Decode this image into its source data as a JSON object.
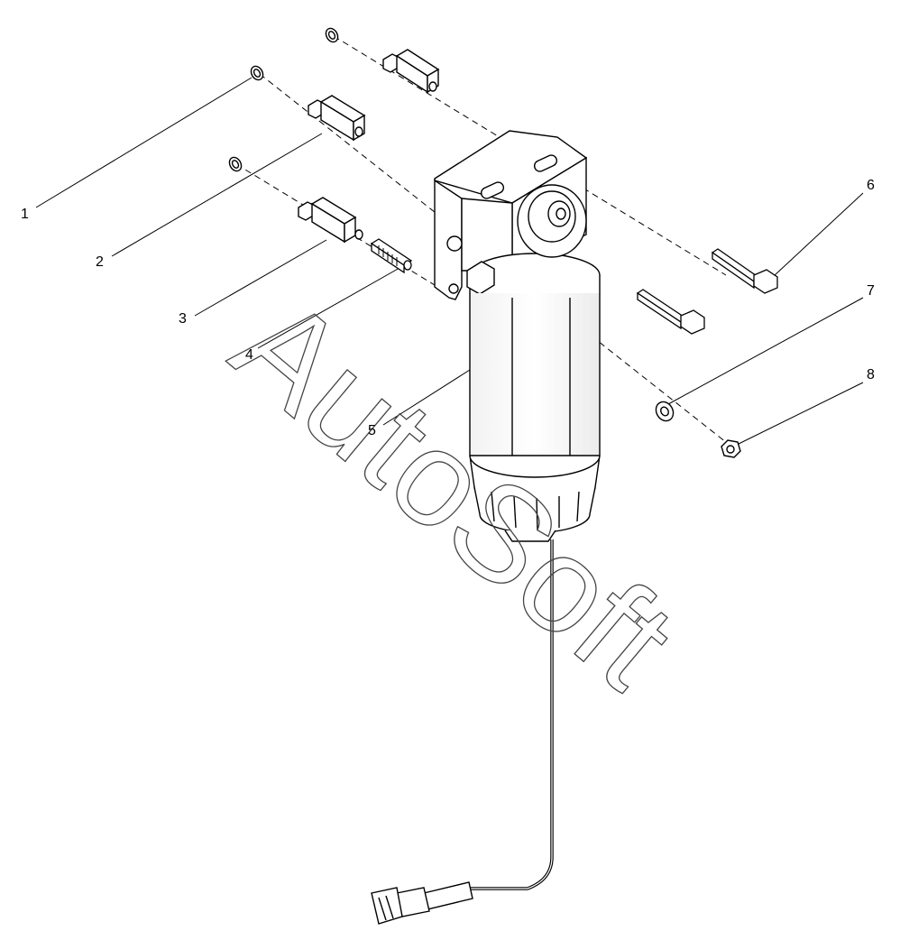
{
  "watermark": "AutoSoft",
  "callouts": [
    {
      "label": "1"
    },
    {
      "label": "2"
    },
    {
      "label": "3"
    },
    {
      "label": "4"
    },
    {
      "label": "5"
    },
    {
      "label": "6"
    },
    {
      "label": "7"
    },
    {
      "label": "8"
    }
  ]
}
